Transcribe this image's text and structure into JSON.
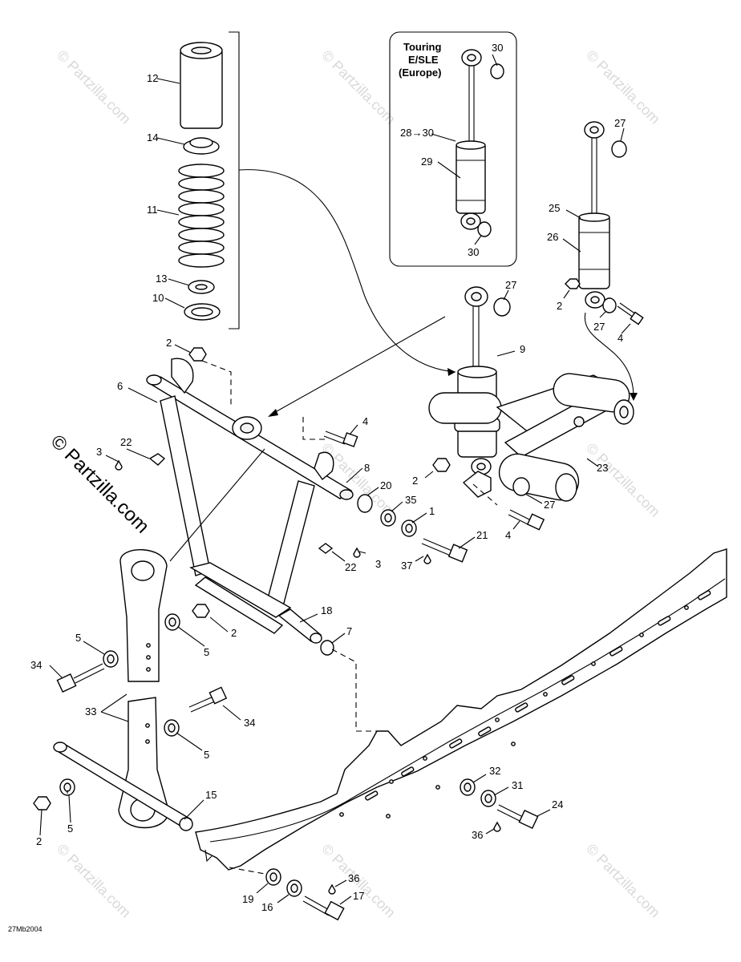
{
  "watermark_text": "© Partzilla.com",
  "side_watermark_text": "© Partzilla.com",
  "figure_code": "27Mb2004",
  "variant_note": [
    "Touring",
    "E/SLE",
    "(Europe)"
  ],
  "callouts": {
    "c12": "12",
    "c14": "14",
    "c11": "11",
    "c13": "13",
    "c10": "10",
    "c30a": "30",
    "c28_30": "28→30",
    "c29": "29",
    "c30b": "30",
    "c27a": "27",
    "c25": "25",
    "c26": "26",
    "c2a": "2",
    "c27b": "27",
    "c4a": "4",
    "c27c": "27",
    "c9": "9",
    "c2b": "2",
    "c6": "6",
    "c3a": "3",
    "c22a": "22",
    "c4b": "4",
    "c8": "8",
    "c20": "20",
    "c35": "35",
    "c1": "1",
    "c21": "21",
    "c37": "37",
    "c22b": "22",
    "c3b": "3",
    "c2c": "2",
    "c23": "23",
    "c27d": "27",
    "c4c": "4",
    "c18": "18",
    "c7": "7",
    "c5a": "5",
    "c2d": "2",
    "c5b": "5",
    "c34a": "34",
    "c33": "33",
    "c34b": "34",
    "c5c": "5",
    "c15": "15",
    "c5d": "5",
    "c2e": "2",
    "c32": "32",
    "c31": "31",
    "c24": "24",
    "c36a": "36",
    "c19": "19",
    "c16": "16",
    "c36b": "36",
    "c17": "17"
  }
}
